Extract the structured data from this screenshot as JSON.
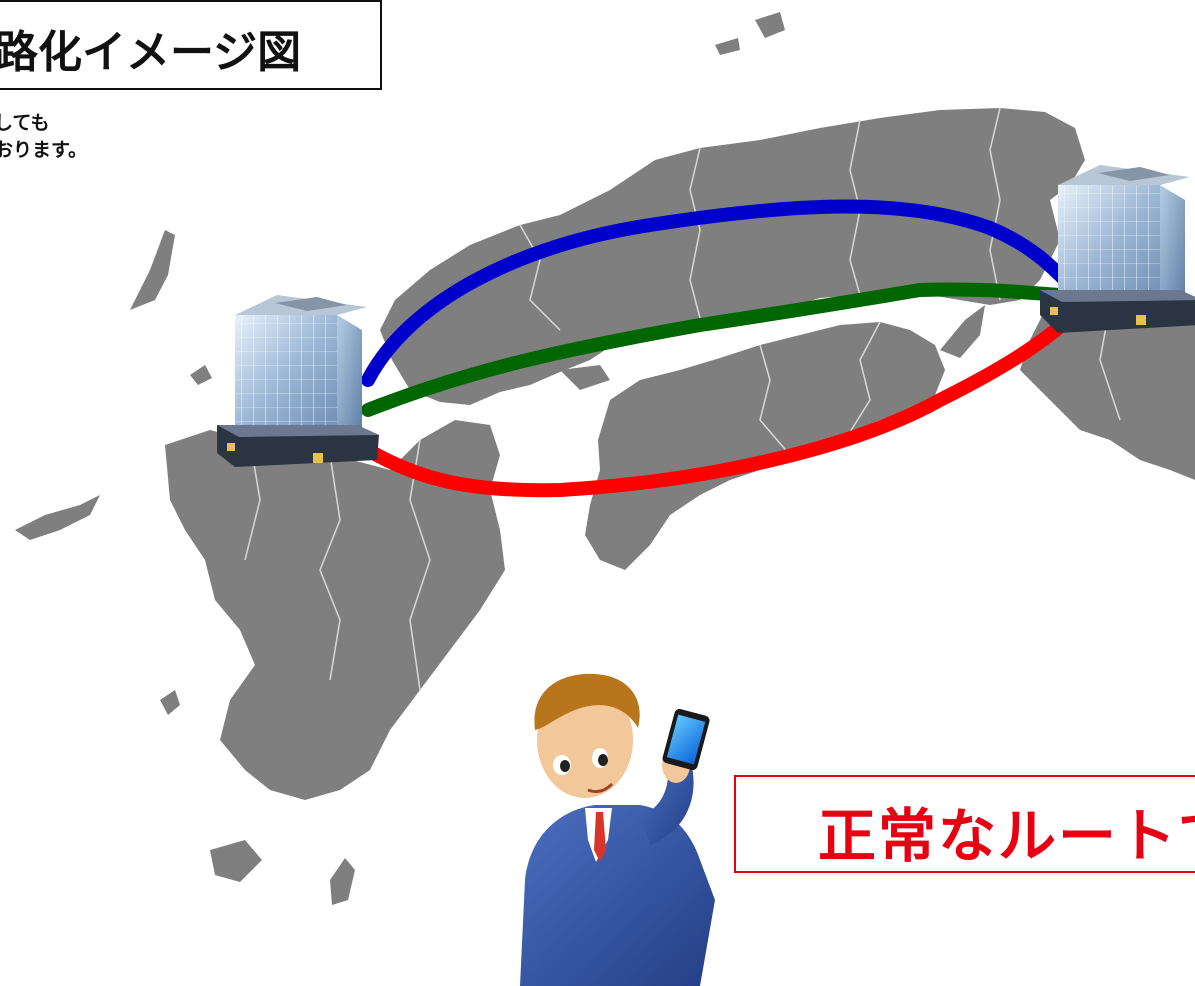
{
  "title": "経路化イメージ図",
  "description_lines": [
    "しても",
    "おります。"
  ],
  "status_text": "正常なルートで",
  "routes": [
    {
      "name": "",
      "color": "#0000cc"
    },
    {
      "name": "",
      "color": "#006600"
    },
    {
      "name": "",
      "color": "#ff0000"
    }
  ],
  "icons": {
    "left_building": "office-building-icon",
    "right_building": "office-building-icon",
    "person": "businessman-with-phone-icon",
    "map": "western-japan-map"
  },
  "colors": {
    "land": "#7f7f7f",
    "border_lines": "#d8d8d8",
    "status_red": "#e60012"
  }
}
